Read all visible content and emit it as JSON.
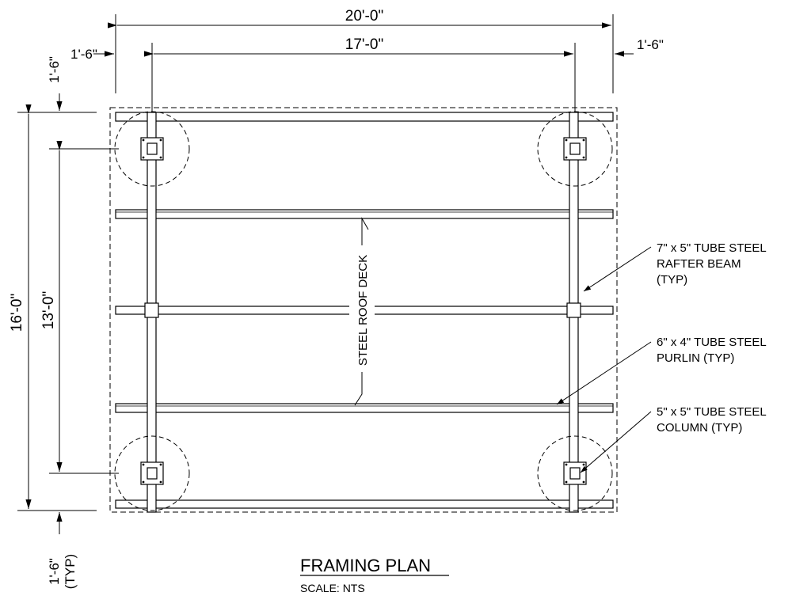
{
  "title": "FRAMING PLAN",
  "scale": "SCALE: NTS",
  "dimensions": {
    "overall_width": "20'-0\"",
    "inner_width": "17'-0\"",
    "overhang_left": "1'-6\"",
    "overhang_right": "1'-6\"",
    "overhang_top": "1'-6\"",
    "overall_depth": "16'-0\"",
    "inner_depth": "13'-0\"",
    "overhang_bottom": "1'-6\"",
    "overhang_bottom_note": "(TYP)"
  },
  "labels": {
    "deck": "STEEL ROOF DECK",
    "rafter": [
      "7\" x 5\" TUBE STEEL",
      "RAFTER BEAM",
      "(TYP)"
    ],
    "purlin": [
      "6\" x 4\" TUBE STEEL",
      "PURLIN (TYP)"
    ],
    "column": [
      "5\" x 5\" TUBE STEEL",
      "COLUMN (TYP)"
    ]
  }
}
